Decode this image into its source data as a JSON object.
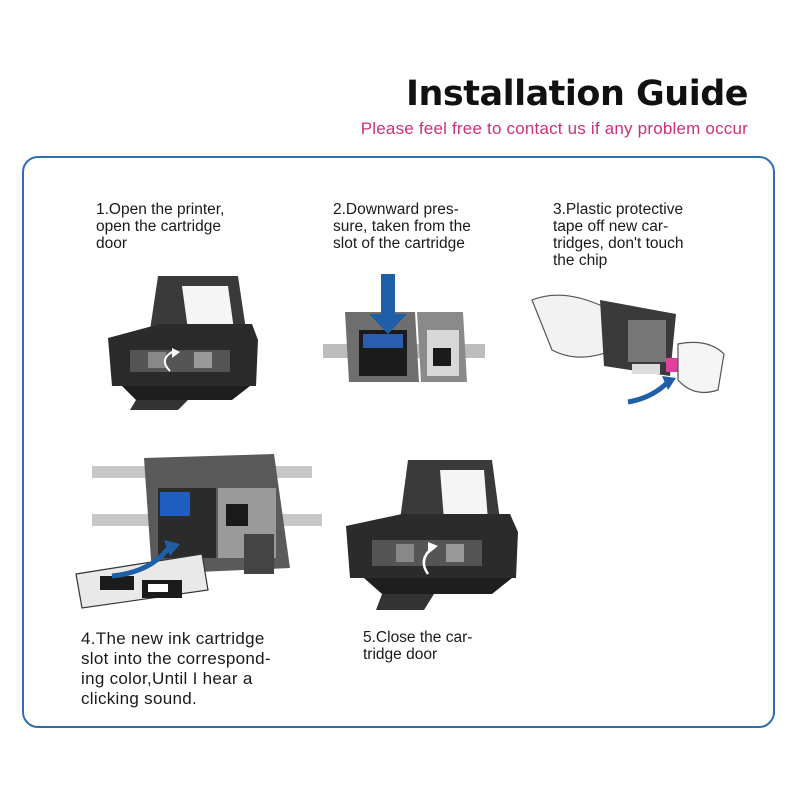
{
  "header": {
    "title": "Installation Guide",
    "subtitle": "Please feel free to contact us if any problem occur"
  },
  "steps": [
    {
      "text": "1.Open the printer,\nopen the cartridge\ndoor"
    },
    {
      "text": "2.Downward pres-\nsure, taken from the\nslot of the cartridge"
    },
    {
      "text": "3.Plastic protective\ntape off new car-\ntridges, don't touch\nthe chip"
    },
    {
      "text": "4.The new ink cartridge\nslot into the correspond-\ning color,Until I hear a\nclicking sound."
    },
    {
      "text": "5.Close the car-\ntridge door"
    }
  ],
  "colors": {
    "title": "#111111",
    "subtitle": "#c8327a",
    "frame": "#2f6db0",
    "arrow": "#1f5fa8"
  }
}
